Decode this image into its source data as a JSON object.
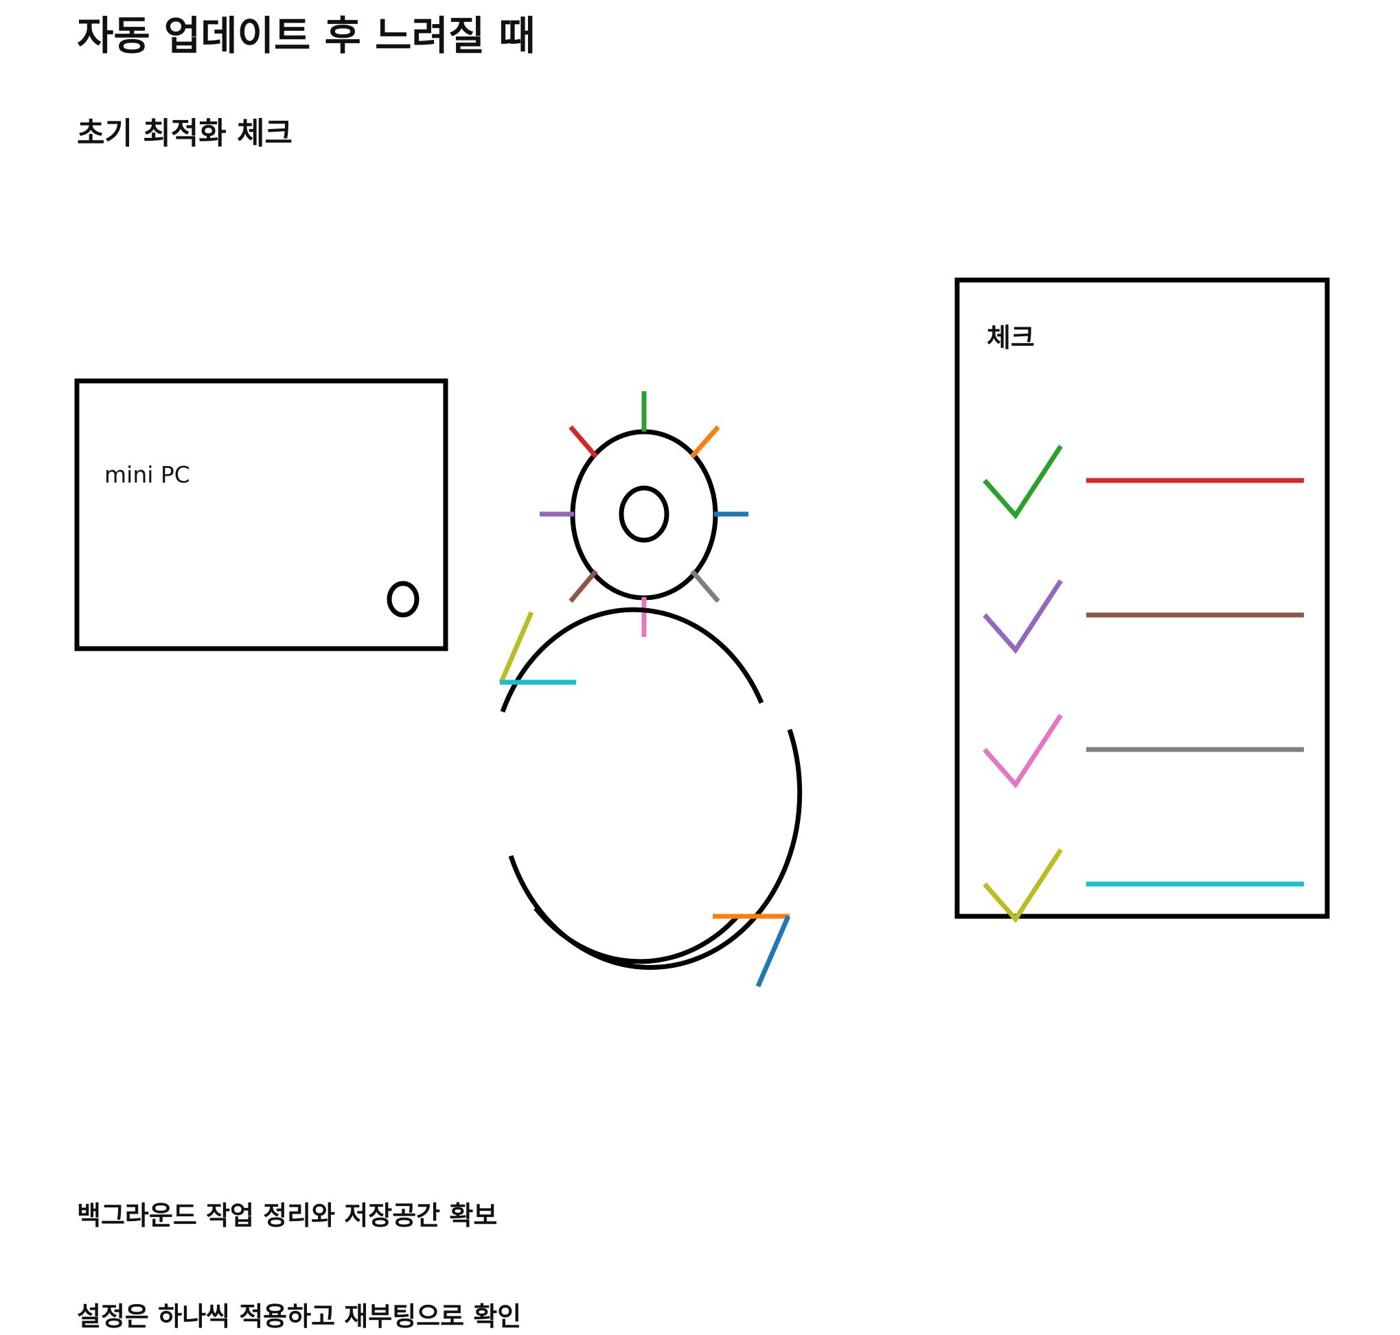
{
  "title": "자동 업데이트 후 느려질 때",
  "subtitle": "초기 최적화 체크",
  "device": {
    "label": "mini PC",
    "icon": "power-button-icon"
  },
  "figure": {
    "icon": "snowman-with-gear-head-icon"
  },
  "checklist": {
    "title": "체크",
    "items": [
      {
        "check_color": "#2ca02c",
        "line_color": "#d62728"
      },
      {
        "check_color": "#9467bd",
        "line_color": "#8c564b"
      },
      {
        "check_color": "#e377c2",
        "line_color": "#7f7f7f"
      },
      {
        "check_color": "#bcbd22",
        "line_color": "#17becf"
      }
    ]
  },
  "notes": [
    "백그라운드 작업 정리와 저장공간 확보",
    "설정은 하나씩 적용하고 재부팅으로 확인"
  ],
  "colors": {
    "outline": "#000000",
    "gear_rays": [
      "#2ca02c",
      "#ff7f0e",
      "#1f77b4",
      "#7f7f7f",
      "#e377c2",
      "#8c564b",
      "#9467bd",
      "#d62728"
    ],
    "left_arm": [
      "#bcbd22",
      "#17becf"
    ],
    "right_arm": [
      "#ff7f0e",
      "#1f77b4"
    ]
  }
}
